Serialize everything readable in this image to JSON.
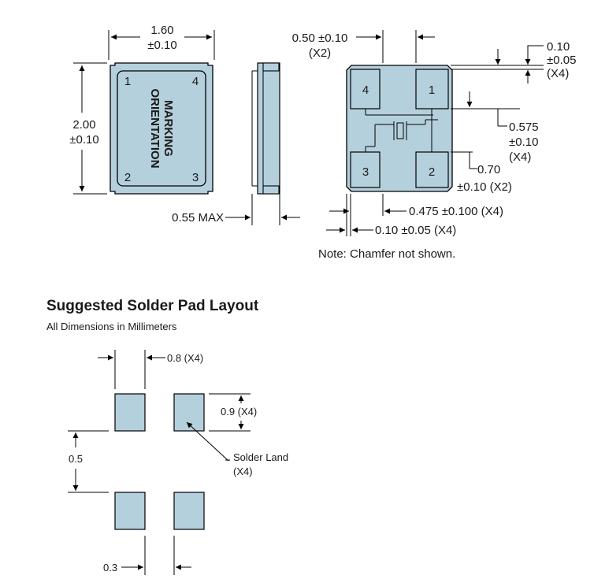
{
  "top": {
    "width_dim": [
      "1.60",
      "±0.10"
    ],
    "height_dim": [
      "2.00",
      "±0.10"
    ],
    "marking": [
      "MARKING",
      "ORIENTATION"
    ],
    "pins_top": [
      "1",
      "2",
      "3",
      "4"
    ],
    "pins_bottom": [
      "1",
      "2",
      "3",
      "4"
    ],
    "side_dim": "0.55 MAX",
    "pad_width_dim": [
      "0.50 ±0.10",
      "(X2)"
    ],
    "edge_dim": [
      "0.10",
      "±0.05",
      "(X4)"
    ],
    "pitch_dim": [
      "0.575",
      "±0.10",
      "(X4)"
    ],
    "pad_len_dim": [
      "0.70",
      "±0.10 (X2)"
    ],
    "pad_w2_dim": "0.475 ±0.100 (X4)",
    "side_gap_dim": "0.10 ±0.05 (X4)",
    "note": "Note: Chamfer not shown."
  },
  "layout": {
    "title": "Suggested Solder Pad Layout",
    "subtitle": "All Dimensions in Millimeters",
    "pad_width": "0.8 (X4)",
    "pad_height": "0.9 (X4)",
    "v_gap": "0.5",
    "land_label": [
      "Solder Land",
      "(X4)"
    ],
    "h_gap": "0.3"
  },
  "colors": {
    "fill": "#b5d0dd",
    "line": "#000000"
  }
}
